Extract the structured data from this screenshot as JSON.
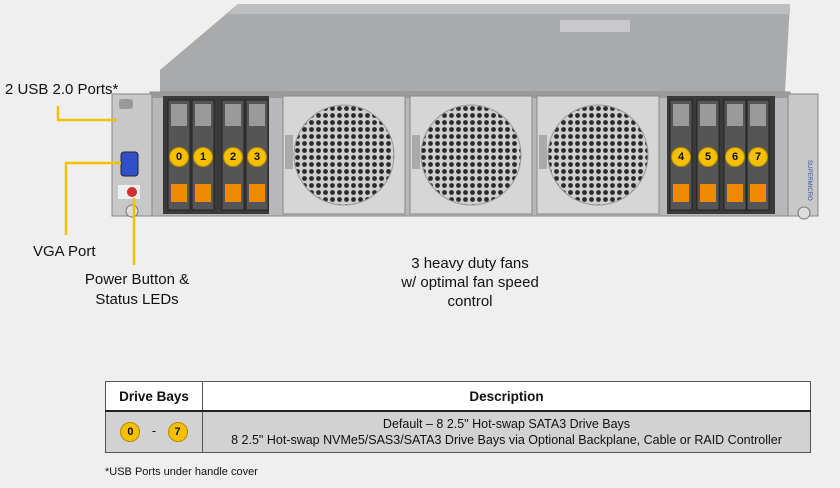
{
  "callouts": {
    "usb": "2 USB 2.0 Ports*",
    "vga": "VGA Port",
    "power_line1": "Power Button &",
    "power_line2": "Status LEDs",
    "fans_line1": "3 heavy duty fans",
    "fans_line2": "w/ optimal fan speed",
    "fans_line3": "control"
  },
  "drive_numbers": [
    "0",
    "1",
    "2",
    "3",
    "4",
    "5",
    "6",
    "7"
  ],
  "brand_vertical": "SUPERMICRO",
  "table": {
    "headers": [
      "Drive Bays",
      "Description"
    ],
    "row": {
      "bay_start": "0",
      "separator": "-",
      "bay_end": "7",
      "desc_line1": "Default  – 8 2.5\" Hot-swap  SATA3 Drive  Bays",
      "desc_line2": "8 2.5\" Hot-swap NVMe5/SAS3/SATA3 Drive Bays via Optional Backplane, Cable  or RAID Controller"
    }
  },
  "footnote": "*USB  Ports under handle cover",
  "colors": {
    "callout_line": "#f2c200",
    "badge": "#f5c000",
    "drive_latch": "#f08a00",
    "vga": "#3050c8",
    "power": "#d03030"
  }
}
